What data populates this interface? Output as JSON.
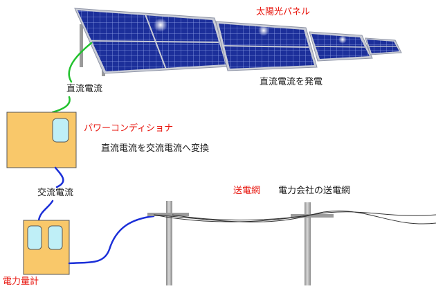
{
  "labels": {
    "solar_panel": "太陽光パネル",
    "dc_generation": "直流電流を発電",
    "dc_current": "直流電流",
    "power_conditioner": "パワーコンディショナ",
    "dc_to_ac": "直流電流を交流電流へ変換",
    "ac_current": "交流電流",
    "grid": "送電網",
    "utility_grid": "電力会社の送電網",
    "meter": "電力量計"
  },
  "colors": {
    "highlight_text": "#e8160e",
    "panel_cell": "#1c2f9a",
    "panel_frame": "#c9ccd6",
    "box_fill": "#f9c86a",
    "box_window": "#bfeff7",
    "dc_cable": "#22c22e",
    "ac_cable": "#1b2fd8",
    "pole": "#a3a3a3"
  }
}
